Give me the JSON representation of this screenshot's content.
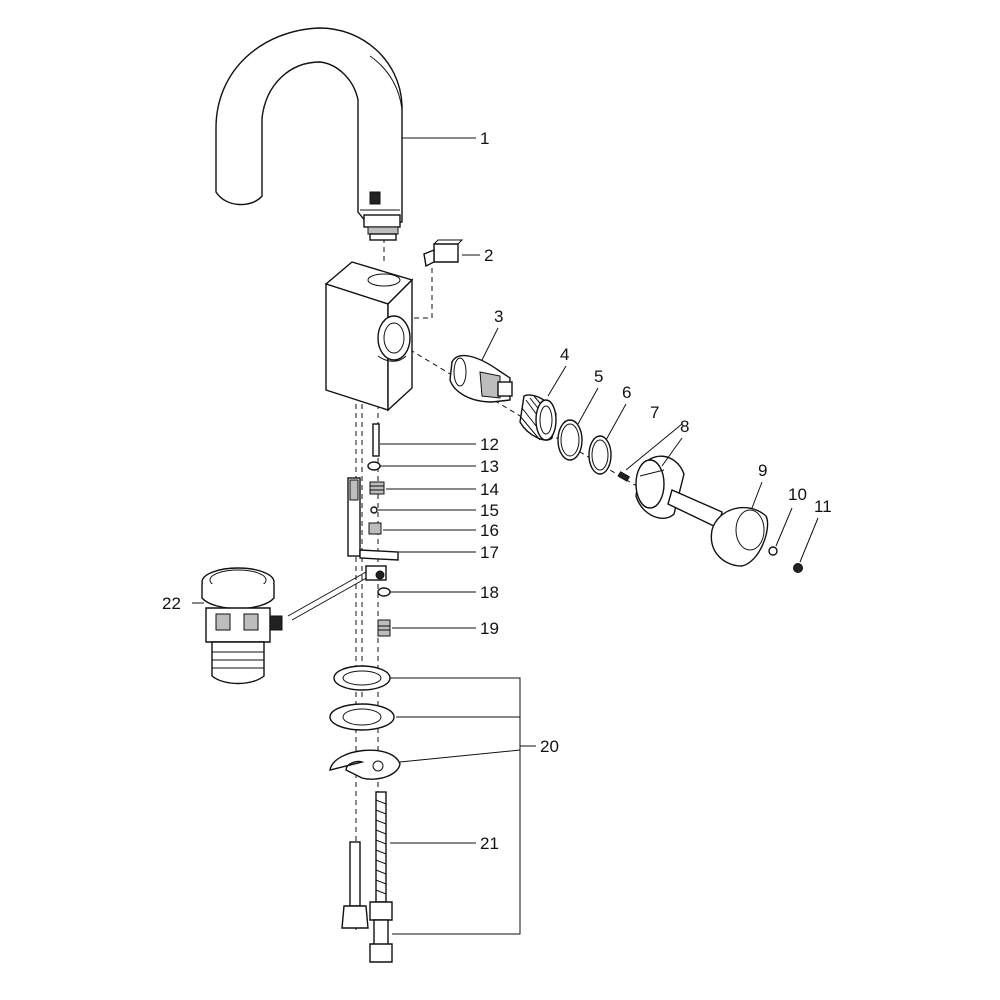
{
  "callouts": {
    "c1": "1",
    "c2": "2",
    "c3": "3",
    "c4": "4",
    "c5": "5",
    "c6": "6",
    "c7": "7",
    "c8": "8",
    "c9": "9",
    "c10": "10",
    "c11": "11",
    "c12": "12",
    "c13": "13",
    "c14": "14",
    "c15": "15",
    "c16": "16",
    "c17": "17",
    "c18": "18",
    "c19": "19",
    "c20": "20",
    "c21": "21",
    "c22": "22"
  },
  "part_icons": {
    "1": "spout-icon",
    "2": "aerator-insert-icon",
    "3": "cartridge-icon",
    "4": "threaded-sleeve-icon",
    "5": "o-ring-icon",
    "6": "retaining-ring-icon",
    "7": "pin-icon",
    "8": "handle-cap-icon",
    "9": "lever-handle-icon",
    "10": "set-screw-icon",
    "11": "plug-icon",
    "17": "pop-up-rod-icon",
    "20": "mounting-kit-icon",
    "21": "supply-hose-icon",
    "22": "drain-valve-icon"
  }
}
